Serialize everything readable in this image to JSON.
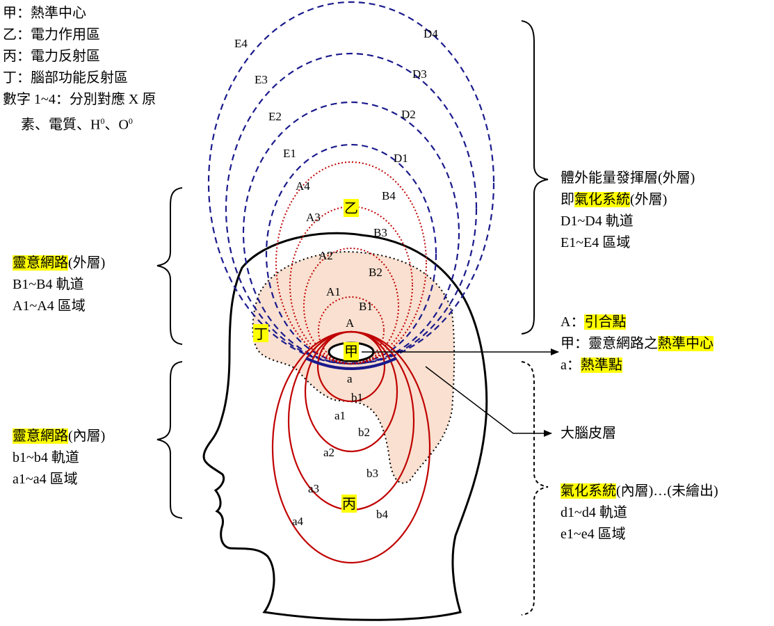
{
  "legend": {
    "jia": "甲：熱準中心",
    "yi": "乙：電力作用區",
    "bing": "丙：電力反射區",
    "ding": "丁：腦部功能反射區",
    "numbers_line1": "數字 1~4：分別對應 X 原",
    "numbers_line2_a": "素、電質、H",
    "sup1": "0",
    "numbers_line2_b": "、O",
    "sup2": "0"
  },
  "left_outer": {
    "title_hl": "靈意網路",
    "title_rest": "(外層)",
    "line2": "B1~B4 軌道",
    "line3": "A1~A4 區域"
  },
  "left_inner": {
    "title_hl": "靈意網路",
    "title_rest": "(內層)",
    "line2": "b1~b4 軌道",
    "line3": "a1~a4 區域"
  },
  "right_outer": {
    "line1": "體外能量發揮層(外層)",
    "line2_pre": "即",
    "line2_hl": "氣化系統",
    "line2_post": "(外層)",
    "line3": "D1~D4 軌道",
    "line4": "E1~E4 區域"
  },
  "right_mid": {
    "a_pre": "A：",
    "a_hl": "引合點",
    "jia_pre": "甲：靈意網路之",
    "jia_hl": "熱準中心",
    "lower_pre": "a：",
    "lower_hl": "熱準點"
  },
  "cortex_label": "大腦皮層",
  "right_inner": {
    "line1_hl": "氣化系統",
    "line1_rest": "(內層)…(未繪出)",
    "line2": "d1~d4 軌道",
    "line3": "e1~e4 區域"
  },
  "diagram_labels": {
    "E4": "E4",
    "E3": "E3",
    "E2": "E2",
    "E1": "E1",
    "D4": "D4",
    "D3": "D3",
    "D2": "D2",
    "D1": "D1",
    "A4": "A4",
    "A3": "A3",
    "A2": "A2",
    "A1": "A1",
    "A": "A",
    "B4": "B4",
    "B3": "B3",
    "B2": "B2",
    "B1": "B1",
    "a": "a",
    "a1": "a1",
    "a2": "a2",
    "a3": "a3",
    "a4": "a4",
    "b1": "b1",
    "b2": "b2",
    "b3": "b3",
    "b4": "b4",
    "yi": "乙",
    "jia": "甲",
    "ding": "丁",
    "bing": "丙"
  },
  "colors": {
    "outer_dashed": "#1a1a8c",
    "outer_dotted": "#c00000",
    "inner_solid": "#c00000",
    "cortex_fill": "#f9e0d0",
    "highlight": "#ffff00"
  }
}
